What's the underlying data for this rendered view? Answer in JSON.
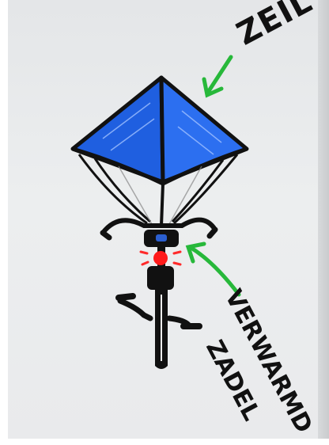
{
  "labels": {
    "sail": "ZEIL",
    "saddle_line1": "VERWARMD",
    "saddle_line2": "ZADEL"
  },
  "colors": {
    "sail_blue": "#1f5fe0",
    "ink": "#111111",
    "arrow_green": "#27b83a",
    "taillight_red": "#ff1a1a"
  }
}
